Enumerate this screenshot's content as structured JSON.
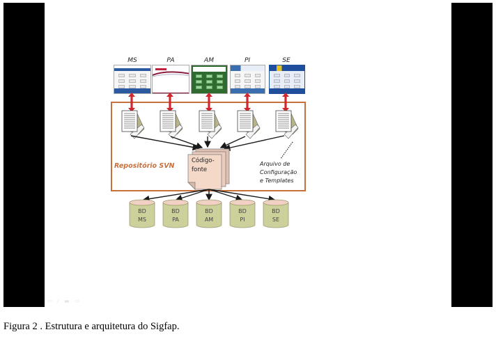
{
  "figure": {
    "caption": "Figura 2 . Estrutura e arquitetura do Sigfap."
  },
  "toolbar": {
    "icons": [
      "arrow-left-icon",
      "pencil-icon",
      "monitor-icon",
      "arrow-right-icon"
    ],
    "glyphs": [
      "⇦",
      "⁄",
      "▬",
      "⇨"
    ]
  },
  "diagram": {
    "states": [
      {
        "code": "MS",
        "theme": "#2c5aa0"
      },
      {
        "code": "PA",
        "theme": "#8a1c3c"
      },
      {
        "code": "AM",
        "theme": "#2f6b2f"
      },
      {
        "code": "PI",
        "theme": "#3a6eb0"
      },
      {
        "code": "SE",
        "theme": "#1f4f9c"
      }
    ],
    "repository_label": "Repositório SVN",
    "source_code_label_line1": "Código-",
    "source_code_label_line2": "fonte",
    "config_label_line1": "Arquivo de",
    "config_label_line2": "Configuração",
    "config_label_line3": "e Templates",
    "databases": [
      {
        "line1": "BD",
        "line2": "MS"
      },
      {
        "line1": "BD",
        "line2": "PA"
      },
      {
        "line1": "BD",
        "line2": "AM"
      },
      {
        "line1": "BD",
        "line2": "PI"
      },
      {
        "line1": "BD",
        "line2": "SE"
      }
    ],
    "colors": {
      "repository_border": "#c8703c",
      "arrow_red": "#d0282e",
      "db_fill": "#cdd09a",
      "db_top": "#f2d0c4",
      "code_page": "#f4d8c8"
    }
  }
}
